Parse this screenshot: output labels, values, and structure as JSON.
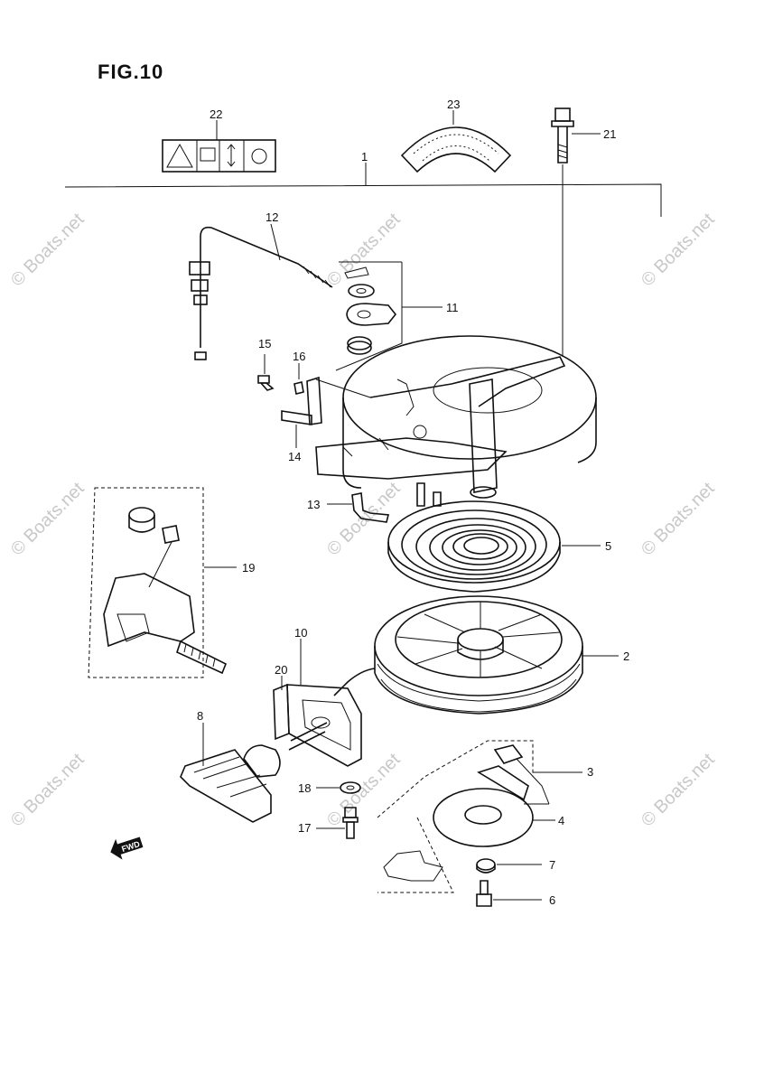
{
  "figure": {
    "title": "FIG.10"
  },
  "watermark": {
    "text": "© Boats.net",
    "color": "#c8c8c8"
  },
  "fwd_badge": {
    "text": "FWD"
  },
  "callouts": [
    {
      "id": "c1",
      "text": "1"
    },
    {
      "id": "c2",
      "text": "2"
    },
    {
      "id": "c3",
      "text": "3"
    },
    {
      "id": "c4",
      "text": "4"
    },
    {
      "id": "c5",
      "text": "5"
    },
    {
      "id": "c6",
      "text": "6"
    },
    {
      "id": "c7",
      "text": "7"
    },
    {
      "id": "c8",
      "text": "8"
    },
    {
      "id": "c10",
      "text": "10"
    },
    {
      "id": "c11",
      "text": "11"
    },
    {
      "id": "c12",
      "text": "12"
    },
    {
      "id": "c13",
      "text": "13"
    },
    {
      "id": "c14",
      "text": "14"
    },
    {
      "id": "c15",
      "text": "15"
    },
    {
      "id": "c16",
      "text": "16"
    },
    {
      "id": "c17",
      "text": "17"
    },
    {
      "id": "c18",
      "text": "18"
    },
    {
      "id": "c19",
      "text": "19"
    },
    {
      "id": "c20",
      "text": "20"
    },
    {
      "id": "c21",
      "text": "21"
    },
    {
      "id": "c22",
      "text": "22"
    },
    {
      "id": "c23",
      "text": "23"
    }
  ]
}
